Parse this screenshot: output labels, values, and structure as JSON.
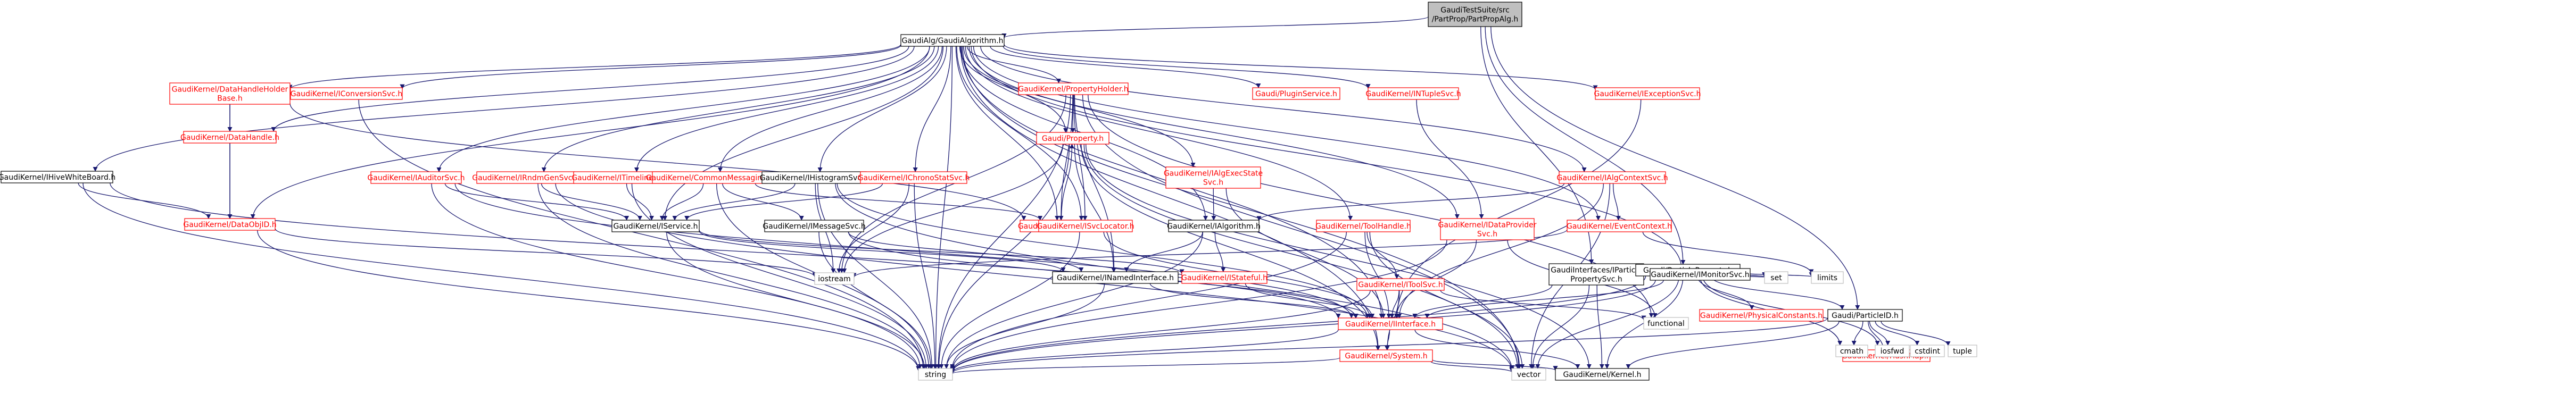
{
  "colors": {
    "edge": "#191970",
    "link_text": "#000000",
    "red_text": "#ff0000",
    "root_fill": "#bfbfbf",
    "node_fill": "#ffffff",
    "node_border": "#000000",
    "red_border": "#ff0000",
    "gray_border": "#bfbfbf"
  },
  "nodes": [
    {
      "id": "root",
      "lines": [
        "GaudiTestSuite/src",
        "/PartProp/PartPropAlg.h"
      ],
      "style": "root"
    },
    {
      "id": "algorithm",
      "lines": [
        "GaudiAlg/GaudiAlgorithm.h"
      ],
      "style": "normal"
    },
    {
      "id": "iparticlepropertysvc",
      "lines": [
        "GaudiInterfaces/IParticle",
        "PropertySvc.h"
      ],
      "style": "normal"
    },
    {
      "id": "particleproperty",
      "lines": [
        "Gaudi/ParticleProperty.h"
      ],
      "style": "normal"
    },
    {
      "id": "particleid",
      "lines": [
        "Gaudi/ParticleID.h"
      ],
      "style": "normal"
    },
    {
      "id": "iuniversewhiteboard",
      "lines": [
        "GaudiKernel/IHiveWhiteBoard.h"
      ],
      "style": "normal"
    },
    {
      "id": "datahandleholderbase",
      "lines": [
        "GaudiKernel/DataHandleHolder",
        "Base.h"
      ],
      "style": "red"
    },
    {
      "id": "iconversionsvc",
      "lines": [
        "GaudiKernel/IConversionSvc.h"
      ],
      "style": "red"
    },
    {
      "id": "iauditorsvc",
      "lines": [
        "GaudiKernel/IAuditorSvc.h"
      ],
      "style": "red"
    },
    {
      "id": "irndmgensvc",
      "lines": [
        "GaudiKernel/IRndmGenSvc.h"
      ],
      "style": "red"
    },
    {
      "id": "itimelinesvc",
      "lines": [
        "GaudiKernel/ITimelineSvc.h"
      ],
      "style": "red"
    },
    {
      "id": "icommonmessaging",
      "lines": [
        "GaudiKernel/CommonMessaging.h"
      ],
      "style": "red"
    },
    {
      "id": "ihistogramsvc",
      "lines": [
        "GaudiKernel/IHistogramSvc.h"
      ],
      "style": "normal"
    },
    {
      "id": "ichronostatsvc",
      "lines": [
        "GaudiKernel/IChronoStatSvc.h"
      ],
      "style": "red"
    },
    {
      "id": "propertyholder",
      "lines": [
        "GaudiKernel/PropertyHolder.h"
      ],
      "style": "red"
    },
    {
      "id": "ialgexecstatesvc",
      "lines": [
        "GaudiKernel/IAlgExecState",
        "Svc.h"
      ],
      "style": "red"
    },
    {
      "id": "ipluginservice",
      "lines": [
        "Gaudi/PluginService.h"
      ],
      "style": "red"
    },
    {
      "id": "intuplesvc",
      "lines": [
        "GaudiKernel/INTupleSvc.h"
      ],
      "style": "red"
    },
    {
      "id": "iexceptionsvc",
      "lines": [
        "GaudiKernel/IExceptionSvc.h"
      ],
      "style": "red"
    },
    {
      "id": "ialgcontextsvc",
      "lines": [
        "GaudiKernel/IAlgContextSvc.h"
      ],
      "style": "red"
    },
    {
      "id": "datahandle",
      "lines": [
        "GaudiKernel/DataHandle.h"
      ],
      "style": "red"
    },
    {
      "id": "dataobjid",
      "lines": [
        "GaudiKernel/DataObjID.h"
      ],
      "style": "red"
    },
    {
      "id": "property",
      "lines": [
        "Gaudi/Property.h"
      ],
      "style": "red"
    },
    {
      "id": "gkproperty",
      "lines": [
        "GaudiKernel/Property.h"
      ],
      "style": "red"
    },
    {
      "id": "imessagesvc",
      "lines": [
        "GaudiKernel/IMessageSvc.h"
      ],
      "style": "normal"
    },
    {
      "id": "iservice",
      "lines": [
        "GaudiKernel/IService.h"
      ],
      "style": "normal"
    },
    {
      "id": "isvclocator",
      "lines": [
        "GaudiKernel/ISvcLocator.h"
      ],
      "style": "red"
    },
    {
      "id": "ialgorithm",
      "lines": [
        "GaudiKernel/IAlgorithm.h"
      ],
      "style": "normal"
    },
    {
      "id": "toolhandle",
      "lines": [
        "GaudiKernel/ToolHandle.h"
      ],
      "style": "red"
    },
    {
      "id": "idataprovidersvc",
      "lines": [
        "GaudiKernel/IDataProvider",
        "Svc.h"
      ],
      "style": "red"
    },
    {
      "id": "eventcontext",
      "lines": [
        "GaudiKernel/EventContext.h"
      ],
      "style": "red"
    },
    {
      "id": "imonitorsvc",
      "lines": [
        "GaudiKernel/IMonitorSvc.h"
      ],
      "style": "normal"
    },
    {
      "id": "inamedinterface",
      "lines": [
        "GaudiKernel/INamedInterface.h"
      ],
      "style": "normal"
    },
    {
      "id": "istateful",
      "lines": [
        "GaudiKernel/IStateful.h"
      ],
      "style": "red"
    },
    {
      "id": "itoolsvc",
      "lines": [
        "GaudiKernel/IToolSvc.h"
      ],
      "style": "red"
    },
    {
      "id": "iinterface",
      "lines": [
        "GaudiKernel/IInterface.h"
      ],
      "style": "red"
    },
    {
      "id": "system",
      "lines": [
        "GaudiKernel/System.h"
      ],
      "style": "red"
    },
    {
      "id": "kernel",
      "lines": [
        "GaudiKernel/Kernel.h"
      ],
      "style": "normal"
    },
    {
      "id": "physicalconstants",
      "lines": [
        "GaudiKernel/PhysicalConstants.h"
      ],
      "style": "red"
    },
    {
      "id": "hashmap",
      "lines": [
        "GaudiKernel/HashMap.h"
      ],
      "style": "red"
    },
    {
      "id": "iostream",
      "lines": [
        "iostream"
      ],
      "style": "gray"
    },
    {
      "id": "string",
      "lines": [
        "string"
      ],
      "style": "gray"
    },
    {
      "id": "vector",
      "lines": [
        "vector"
      ],
      "style": "gray"
    },
    {
      "id": "functional",
      "lines": [
        "functional"
      ],
      "style": "gray"
    },
    {
      "id": "set",
      "lines": [
        "set"
      ],
      "style": "gray"
    },
    {
      "id": "limits",
      "lines": [
        "limits"
      ],
      "style": "gray"
    },
    {
      "id": "cmath",
      "lines": [
        "cmath"
      ],
      "style": "gray"
    },
    {
      "id": "iosfwd",
      "lines": [
        "iosfwd"
      ],
      "style": "gray"
    },
    {
      "id": "cstdint",
      "lines": [
        "cstdint"
      ],
      "style": "gray"
    },
    {
      "id": "tuple",
      "lines": [
        "tuple"
      ],
      "style": "gray"
    }
  ],
  "edges": [
    [
      "root",
      "algorithm"
    ],
    [
      "root",
      "iparticlepropertysvc"
    ],
    [
      "root",
      "particleproperty"
    ],
    [
      "root",
      "particleid"
    ],
    [
      "algorithm",
      "string"
    ],
    [
      "algorithm",
      "iuniversewhiteboard"
    ],
    [
      "algorithm",
      "datahandleholderbase"
    ],
    [
      "algorithm",
      "iconversionsvc"
    ],
    [
      "algorithm",
      "iauditorsvc"
    ],
    [
      "algorithm",
      "irndmgensvc"
    ],
    [
      "algorithm",
      "itimelinesvc"
    ],
    [
      "algorithm",
      "icommonmessaging"
    ],
    [
      "algorithm",
      "ihistogramsvc"
    ],
    [
      "algorithm",
      "ichronostatsvc"
    ],
    [
      "algorithm",
      "propertyholder"
    ],
    [
      "algorithm",
      "ialgexecstatesvc"
    ],
    [
      "algorithm",
      "ipluginservice"
    ],
    [
      "algorithm",
      "intuplesvc"
    ],
    [
      "algorithm",
      "iexceptionsvc"
    ],
    [
      "algorithm",
      "ialgcontextsvc"
    ],
    [
      "algorithm",
      "datahandle"
    ],
    [
      "algorithm",
      "dataobjid"
    ],
    [
      "algorithm",
      "property"
    ],
    [
      "algorithm",
      "gkproperty"
    ],
    [
      "algorithm",
      "iservice"
    ],
    [
      "algorithm",
      "isvclocator"
    ],
    [
      "algorithm",
      "ialgorithm"
    ],
    [
      "algorithm",
      "toolhandle"
    ],
    [
      "algorithm",
      "idataprovidersvc"
    ],
    [
      "algorithm",
      "eventcontext"
    ],
    [
      "algorithm",
      "imonitorsvc"
    ],
    [
      "algorithm",
      "iinterface"
    ],
    [
      "algorithm",
      "system"
    ],
    [
      "algorithm",
      "vector"
    ],
    [
      "iuniversewhiteboard",
      "dataobjid"
    ],
    [
      "iuniversewhiteboard",
      "iinterface"
    ],
    [
      "iuniversewhiteboard",
      "string"
    ],
    [
      "datahandleholderbase",
      "datahandle"
    ],
    [
      "datahandleholderbase",
      "dataobjid"
    ],
    [
      "datahandleholderbase",
      "gkproperty"
    ],
    [
      "iconversionsvc",
      "string"
    ],
    [
      "iauditorsvc",
      "iservice"
    ],
    [
      "iauditorsvc",
      "string"
    ],
    [
      "iauditorsvc",
      "iinterface"
    ],
    [
      "irndmgensvc",
      "iservice"
    ],
    [
      "irndmgensvc",
      "string"
    ],
    [
      "irndmgensvc",
      "vector"
    ],
    [
      "itimelinesvc",
      "iservice"
    ],
    [
      "itimelinesvc",
      "string"
    ],
    [
      "icommonmessaging",
      "imessagesvc"
    ],
    [
      "icommonmessaging",
      "iservice"
    ],
    [
      "icommonmessaging",
      "string"
    ],
    [
      "icommonmessaging",
      "isvclocator"
    ],
    [
      "ihistogramsvc",
      "iservice"
    ],
    [
      "ihistogramsvc",
      "iostream"
    ],
    [
      "ihistogramsvc",
      "string"
    ],
    [
      "ihistogramsvc",
      "vector"
    ],
    [
      "ihistogramsvc",
      "iinterface"
    ],
    [
      "ichronostatsvc",
      "iservice"
    ],
    [
      "ichronostatsvc",
      "iostream"
    ],
    [
      "ichronostatsvc",
      "string"
    ],
    [
      "propertyholder",
      "gkproperty"
    ],
    [
      "propertyholder",
      "property"
    ],
    [
      "propertyholder",
      "inamedinterface"
    ],
    [
      "propertyholder",
      "isvclocator"
    ],
    [
      "propertyholder",
      "iostream"
    ],
    [
      "propertyholder",
      "string"
    ],
    [
      "propertyholder",
      "vector"
    ],
    [
      "propertyholder",
      "functional"
    ],
    [
      "ialgexecstatesvc",
      "ialgorithm"
    ],
    [
      "ialgexecstatesvc",
      "iinterface"
    ],
    [
      "intuplesvc",
      "idataprovidersvc"
    ],
    [
      "iexceptionsvc",
      "iinterface"
    ],
    [
      "ialgcontextsvc",
      "eventcontext"
    ],
    [
      "ialgcontextsvc",
      "ialgorithm"
    ],
    [
      "ialgcontextsvc",
      "iinterface"
    ],
    [
      "ialgcontextsvc",
      "vector"
    ],
    [
      "datahandle",
      "dataobjid"
    ],
    [
      "dataobjid",
      "string"
    ],
    [
      "dataobjid",
      "iostream"
    ],
    [
      "gkproperty",
      "property"
    ],
    [
      "property",
      "inamedinterface"
    ],
    [
      "property",
      "iostream"
    ],
    [
      "property",
      "string"
    ],
    [
      "property",
      "vector"
    ],
    [
      "property",
      "system"
    ],
    [
      "property",
      "kernel"
    ],
    [
      "imessagesvc",
      "inamedinterface"
    ],
    [
      "imessagesvc",
      "string"
    ],
    [
      "imessagesvc",
      "iinterface"
    ],
    [
      "iservice",
      "inamedinterface"
    ],
    [
      "iservice",
      "istateful"
    ],
    [
      "iservice",
      "string"
    ],
    [
      "isvclocator",
      "iinterface"
    ],
    [
      "isvclocator",
      "string"
    ],
    [
      "ialgorithm",
      "inamedinterface"
    ],
    [
      "ialgorithm",
      "istateful"
    ],
    [
      "ialgorithm",
      "string"
    ],
    [
      "toolhandle",
      "itoolsvc"
    ],
    [
      "toolhandle",
      "iinterface"
    ],
    [
      "toolhandle",
      "string"
    ],
    [
      "toolhandle",
      "vector"
    ],
    [
      "idataprovidersvc",
      "iinterface"
    ],
    [
      "idataprovidersvc",
      "string"
    ],
    [
      "idataprovidersvc",
      "functional"
    ],
    [
      "eventcontext",
      "iostream"
    ],
    [
      "eventcontext",
      "limits"
    ],
    [
      "imonitorsvc",
      "iinterface"
    ],
    [
      "imonitorsvc",
      "set"
    ],
    [
      "imonitorsvc",
      "string"
    ],
    [
      "inamedinterface",
      "iinterface"
    ],
    [
      "inamedinterface",
      "string"
    ],
    [
      "istateful",
      "iinterface"
    ],
    [
      "itoolsvc",
      "iinterface"
    ],
    [
      "itoolsvc",
      "system"
    ],
    [
      "itoolsvc",
      "string"
    ],
    [
      "itoolsvc",
      "functional"
    ],
    [
      "iinterface",
      "system"
    ],
    [
      "iinterface",
      "kernel"
    ],
    [
      "iinterface",
      "string"
    ],
    [
      "system",
      "kernel"
    ],
    [
      "system",
      "string"
    ],
    [
      "system",
      "vector"
    ],
    [
      "iparticlepropertysvc",
      "iinterface"
    ],
    [
      "iparticlepropertysvc",
      "vector"
    ],
    [
      "iparticlepropertysvc",
      "kernel"
    ],
    [
      "particleproperty",
      "particleid"
    ],
    [
      "particleproperty",
      "physicalconstants"
    ],
    [
      "particleproperty",
      "kernel"
    ],
    [
      "particleproperty",
      "iosfwd"
    ],
    [
      "particleproperty",
      "string"
    ],
    [
      "particleproperty",
      "vector"
    ],
    [
      "particleproperty",
      "set"
    ],
    [
      "particleproperty",
      "limits"
    ],
    [
      "particleproperty",
      "cmath"
    ],
    [
      "particleid",
      "hashmap"
    ],
    [
      "particleid",
      "kernel"
    ],
    [
      "particleid",
      "iosfwd"
    ],
    [
      "particleid",
      "cstdint"
    ],
    [
      "particleid",
      "cmath"
    ],
    [
      "particleid",
      "tuple"
    ],
    [
      "particleid",
      "string"
    ]
  ]
}
